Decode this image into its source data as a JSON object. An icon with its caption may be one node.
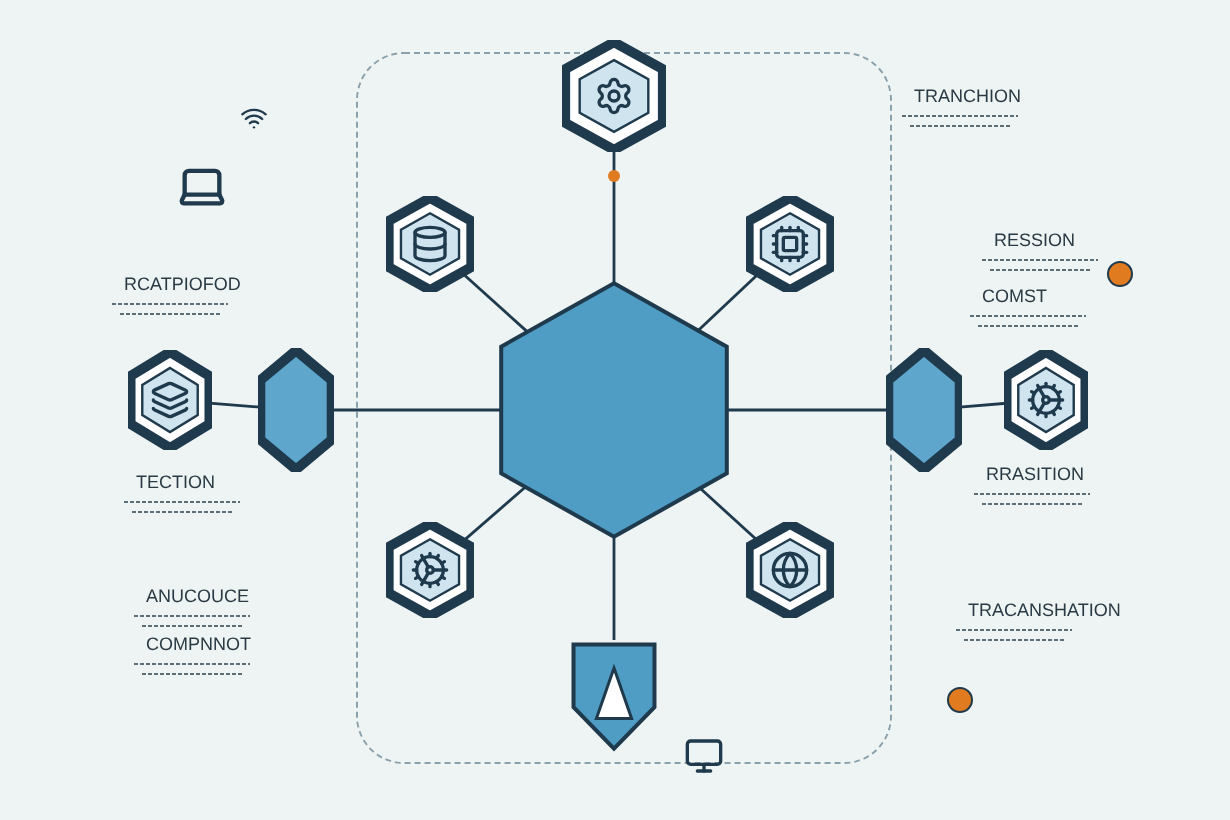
{
  "diagram": {
    "nodes": [
      {
        "text": [],
        "shape": "hexagon"
      },
      {
        "text": [],
        "shape": "hexagon"
      },
      {
        "text": [],
        "shape": "hexagon"
      },
      {
        "text": [],
        "shape": "hexagon"
      },
      {
        "text": [],
        "shape": "hexagon"
      },
      {
        "text": [],
        "shape": "hexagon"
      },
      {
        "text": [],
        "shape": "hexagon"
      },
      {
        "text": [],
        "shape": "hexagon"
      },
      {
        "text": [],
        "shape": "shield"
      },
      {
        "text": [],
        "shape": "hexagon"
      },
      {
        "text": [],
        "shape": "hexagon"
      }
    ],
    "edges": [
      {
        "from": 0,
        "to": 1,
        "arrow": "none"
      },
      {
        "from": 0,
        "to": 2,
        "arrow": "none"
      },
      {
        "from": 0,
        "to": 3,
        "arrow": "none"
      },
      {
        "from": 0,
        "to": 4,
        "arrow": "none"
      },
      {
        "from": 0,
        "to": 5,
        "arrow": "none"
      },
      {
        "from": 0,
        "to": 6,
        "arrow": "none"
      },
      {
        "from": 0,
        "to": 7,
        "arrow": "none"
      },
      {
        "from": 0,
        "to": 8,
        "arrow": "none"
      },
      {
        "from": 9,
        "to": 4,
        "arrow": "none"
      },
      {
        "from": 5,
        "to": 10,
        "arrow": "none"
      }
    ],
    "labels": [
      "TRANCHION",
      "RCATPIOFOD",
      "RESSION",
      "COMST",
      "TECTION",
      "RRASITION",
      "ANUCOUCE",
      "TRACANSHATION",
      "COMPNNOT"
    ]
  }
}
